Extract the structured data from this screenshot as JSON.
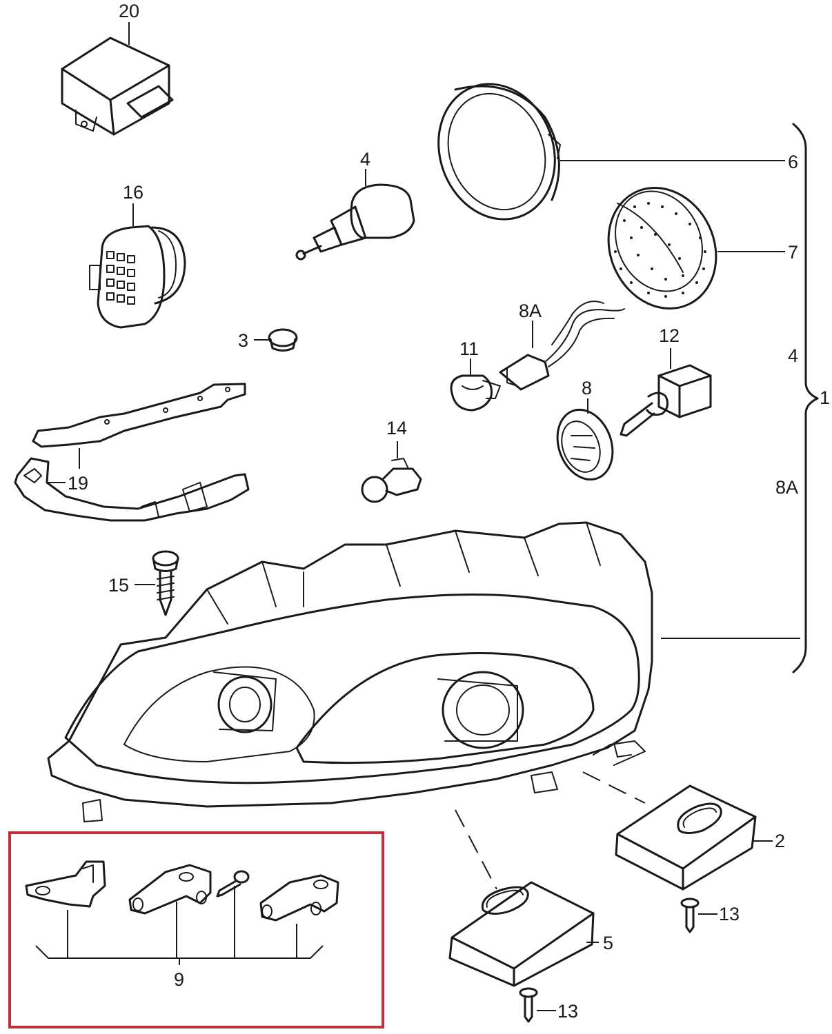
{
  "labels": {
    "p20": "20",
    "p16": "16",
    "p4": "4",
    "p6": "6",
    "p7": "7",
    "p3": "3",
    "p8A": "8A",
    "p11": "11",
    "p12": "12",
    "p4b": "4",
    "p1": "1",
    "p8": "8",
    "p19": "19",
    "p14": "14",
    "p8Ab": "8A",
    "p15": "15",
    "p2": "2",
    "p13a": "13",
    "p5": "5",
    "p13b": "13",
    "p9": "9"
  },
  "colors": {
    "line": "#1a1a1a",
    "highlight_box": "#c0303a",
    "background": "#ffffff"
  }
}
